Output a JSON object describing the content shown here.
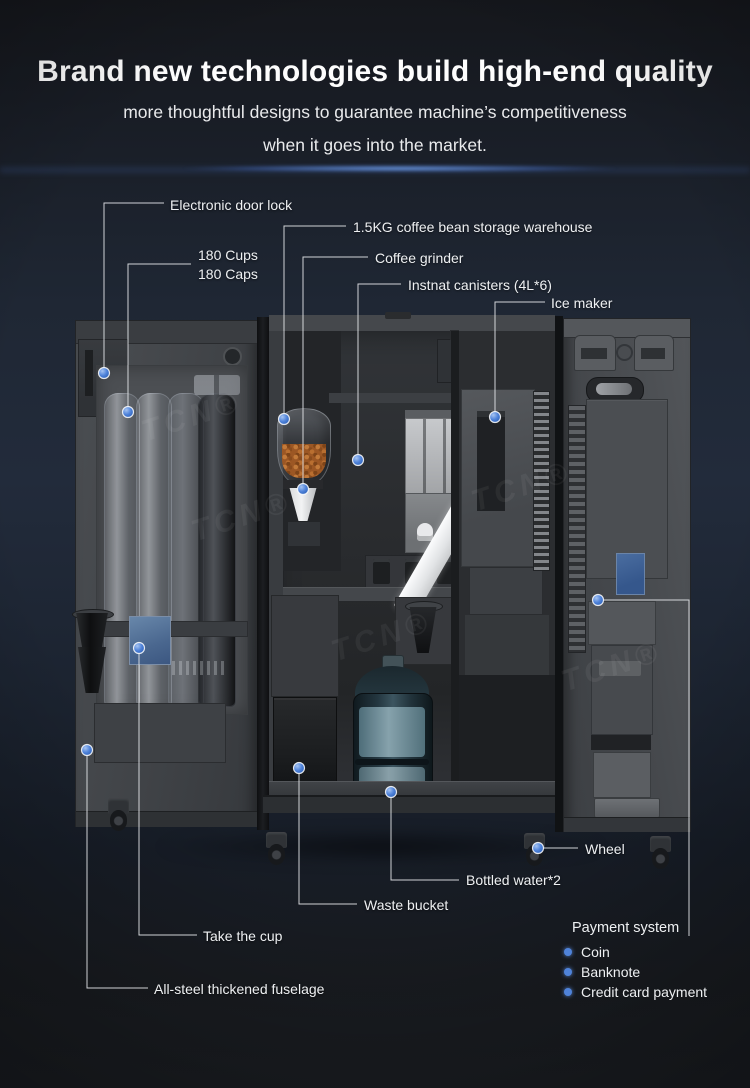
{
  "header": {
    "title": "Brand new technologies build high-end quality",
    "subtitle_line1": "more thoughtful designs to guarantee machine’s competitiveness",
    "subtitle_line2": "when it goes into the market."
  },
  "callouts": {
    "electronic_door_lock": "Electronic door lock",
    "cups_line1": "180 Cups",
    "cups_line2": "180 Caps",
    "bean_storage": "1.5KG coffee bean storage warehouse",
    "coffee_grinder": "Coffee grinder",
    "instant_canisters": "Instnat canisters (4L*6)",
    "ice_maker": "Ice maker",
    "wheel": "Wheel",
    "bottled_water": "Bottled water*2",
    "waste_bucket": "Waste bucket",
    "take_the_cup": "Take the cup",
    "fuselage": "All-steel thickened fuselage"
  },
  "payment": {
    "title": "Payment system",
    "items": [
      "Coin",
      "Banknote",
      "Credit card payment"
    ]
  },
  "watermark": {
    "text": "TCN®"
  },
  "colors": {
    "accent_dot": "#4f83da",
    "leader_line": "#e4e7ea",
    "background_top": "#15171c",
    "background_mid": "#222b3b",
    "glow_blue": "#6ea0f0"
  }
}
